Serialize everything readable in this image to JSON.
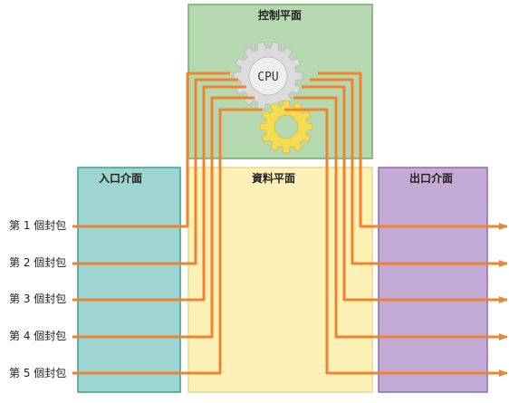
{
  "colors": {
    "control_fill": "#b6d8b0",
    "control_stroke": "#6aac5e",
    "ingress_fill": "#9dd5d2",
    "ingress_stroke": "#3a9d95",
    "data_fill": "#fdf1b8",
    "data_stroke": "#e8d88c",
    "egress_fill": "#c3abd5",
    "egress_stroke": "#8f6aae",
    "arrow": "#f0832d",
    "gear_gray": "#dcdcdc",
    "gear_yellow": "#f5dc52"
  },
  "diagram": {
    "control_plane_label": "控制平面",
    "data_plane_label": "資料平面",
    "ingress_label": "入口介面",
    "egress_label": "出口介面",
    "cpu_label": "CPU",
    "packets": [
      {
        "label": "第 1 個封包"
      },
      {
        "label": "第 2 個封包"
      },
      {
        "label": "第 3 個封包"
      },
      {
        "label": "第 4 個封包"
      },
      {
        "label": "第 5 個封包"
      }
    ]
  }
}
